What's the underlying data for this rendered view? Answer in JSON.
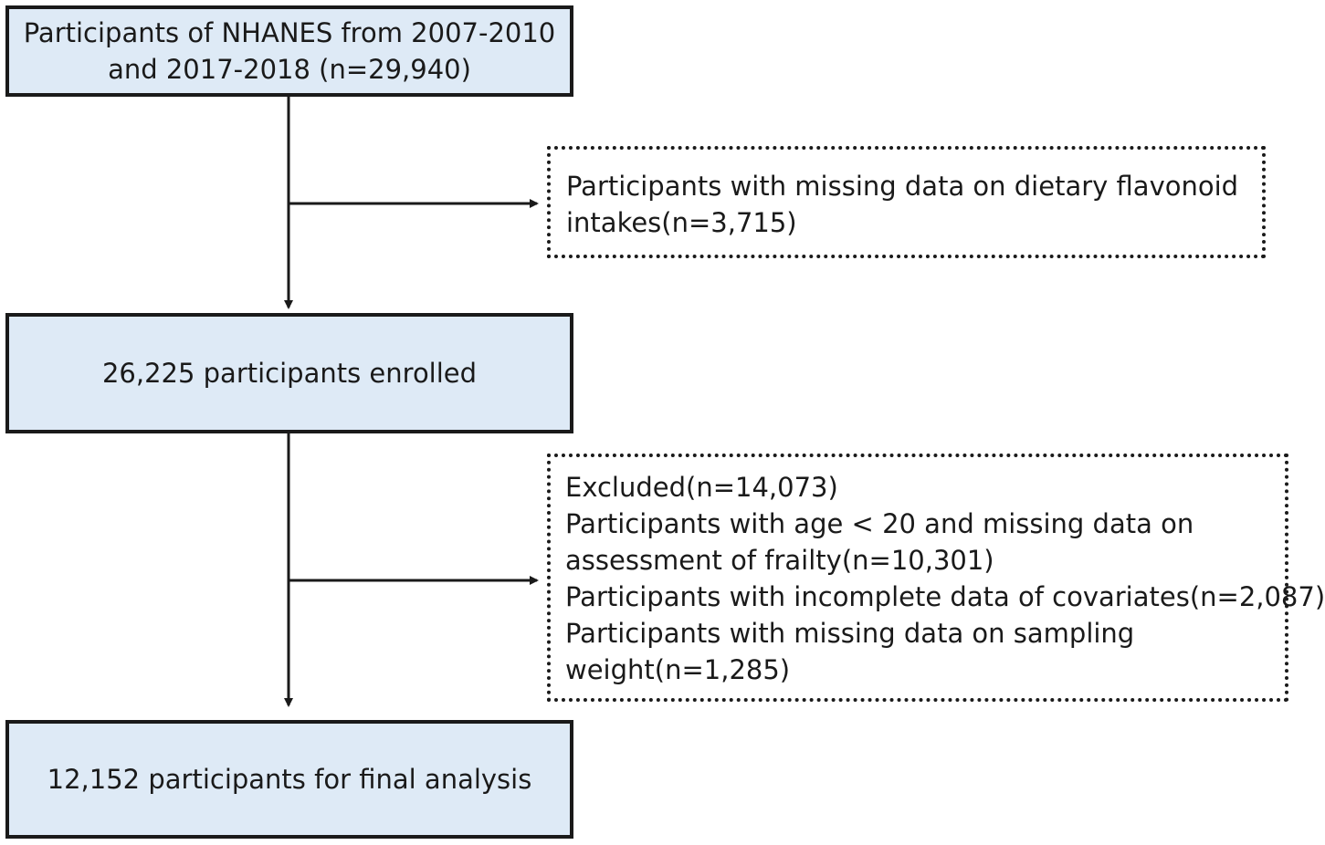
{
  "flowchart": {
    "start": {
      "lines": [
        "Participants of NHANES from 2007-2010",
        "and 2017-2018 (n=29,940)"
      ]
    },
    "exclusion_1": {
      "lines": [
        "Participants with missing data on dietary flavonoid",
        "intakes(n=3,715)"
      ]
    },
    "enrolled": {
      "text": "26,225 participants enrolled"
    },
    "exclusion_2": {
      "lines": [
        "Excluded(n=14,073)",
        "Participants with age  < 20 and missing data on",
        "assessment of frailty(n=10,301)",
        "Participants with incomplete data of covariates(n=2,087)",
        "Participants with missing data on sampling",
        "weight(n=1,285)"
      ]
    },
    "final": {
      "text": "12,152 participants for final analysis"
    }
  }
}
